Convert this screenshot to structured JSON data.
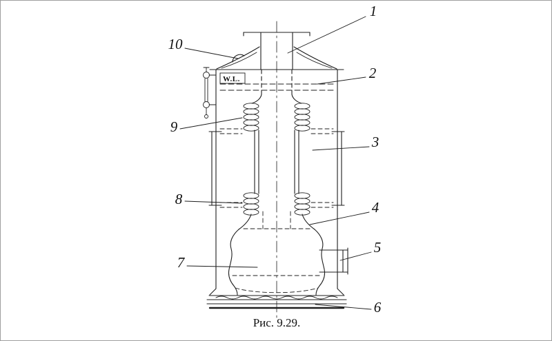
{
  "figure": {
    "caption": "Рис. 9.29.",
    "water_line_label": "W.L.",
    "callouts": {
      "c1": "1",
      "c2": "2",
      "c3": "3",
      "c4": "4",
      "c5": "5",
      "c6": "6",
      "c7": "7",
      "c8": "8",
      "c9": "9",
      "c10": "10"
    },
    "colors": {
      "ink": "#1d1d1d",
      "background": "#ffffff",
      "page_border": "#9e9e9e"
    }
  }
}
